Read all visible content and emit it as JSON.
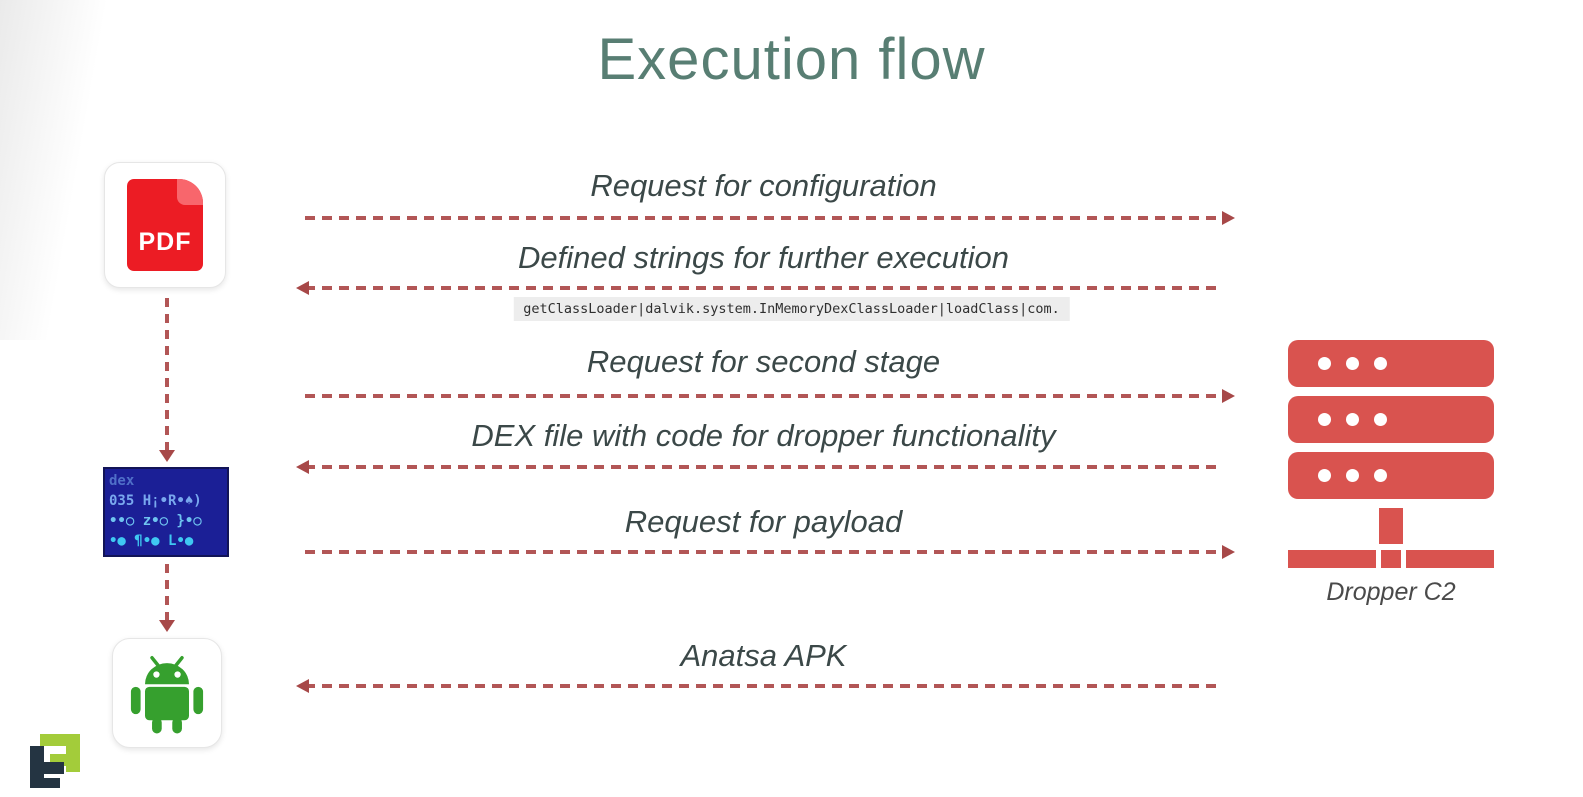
{
  "title": "Execution flow",
  "colors": {
    "title_teal": "#587e73",
    "arrow_red": "#b25656",
    "arrowhead_red": "#a74848",
    "label_dark": "#3b4848",
    "server_red": "#d9534f",
    "pdf_red": "#ec1c24",
    "android_green": "#36a02e",
    "dex_background": "#1b1f96",
    "dex_text_cyan": "#3fc8f2",
    "code_chip_background": "#ededed",
    "logo_navy": "#243442",
    "logo_lime": "#a3cc3a"
  },
  "left_column": {
    "pdf_icon": {
      "icon": "pdf-file-icon",
      "label": "PDF"
    },
    "dex_preview": {
      "icon": "dex-hexdump-icon",
      "lines": [
        "dex",
        "035 H¡•R•♠)",
        "••○ z•○ }•○",
        "•● ¶•● L•●"
      ]
    },
    "android_icon": {
      "icon": "android-robot-icon"
    }
  },
  "right_column": {
    "server_icon": "server-stack-icon",
    "label": "Dropper C2"
  },
  "messages": [
    {
      "label": "Request for configuration",
      "direction": "right"
    },
    {
      "label": "Defined strings for further execution",
      "direction": "left",
      "code": "getClassLoader|dalvik.system.InMemoryDexClassLoader|loadClass|com."
    },
    {
      "label": "Request for second stage",
      "direction": "right"
    },
    {
      "label": "DEX file with code for dropper functionality",
      "direction": "left"
    },
    {
      "label": "Request for payload",
      "direction": "right"
    },
    {
      "label": "Anatsa APK",
      "direction": "left"
    }
  ],
  "logo": {
    "icon": "threatfabric-logo"
  }
}
